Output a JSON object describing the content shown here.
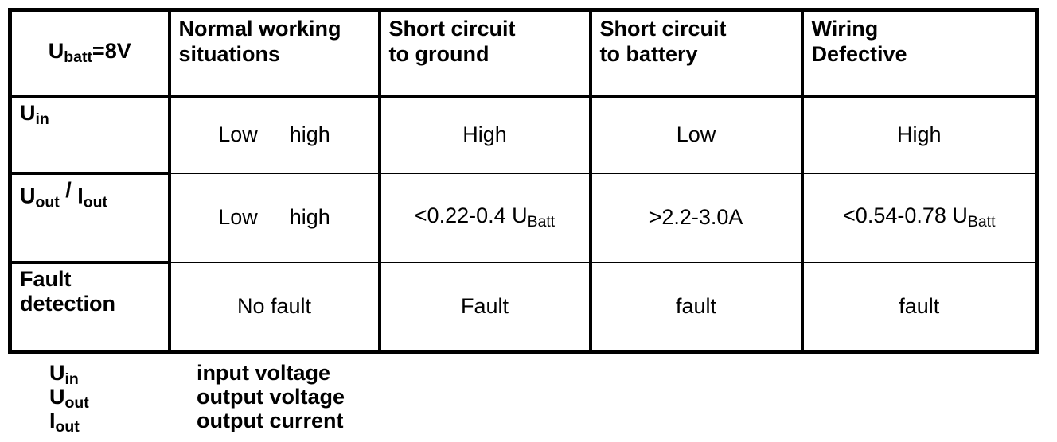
{
  "table": {
    "corner": {
      "base": "U",
      "sub": "batt",
      "suffix": "=8V"
    },
    "col_headers": [
      {
        "line1": "Normal working",
        "line2": "situations"
      },
      {
        "line1": "Short circuit",
        "line2": "to ground"
      },
      {
        "line1": "Short circuit",
        "line2": "to battery"
      },
      {
        "line1": "Wiring",
        "line2": "Defective"
      }
    ],
    "rows": [
      {
        "label": {
          "base": "U",
          "sub": "in"
        },
        "cells": [
          {
            "left": "Low",
            "right": "high"
          },
          {
            "text": "High"
          },
          {
            "text": "Low"
          },
          {
            "text": "High"
          }
        ]
      },
      {
        "label": {
          "part1_base": "U",
          "part1_sub": "out",
          "sep": " / ",
          "part2_base": "I",
          "part2_sub": "out"
        },
        "cells": [
          {
            "left": "Low",
            "right": "high"
          },
          {
            "pre": "<0.22-0.4 U",
            "sub": "Batt"
          },
          {
            "text": ">2.2-3.0A"
          },
          {
            "pre": "<0.54-0.78 U",
            "sub": "Batt"
          }
        ]
      },
      {
        "label": {
          "line1": "Fault",
          "line2": "detection"
        },
        "cells": [
          {
            "text": "No fault"
          },
          {
            "text": "Fault"
          },
          {
            "text": "fault"
          },
          {
            "text": "fault"
          }
        ]
      }
    ]
  },
  "legend": {
    "items": [
      {
        "sym_base": "U",
        "sym_sub": "in",
        "desc": "input voltage"
      },
      {
        "sym_base": "U",
        "sym_sub": "out",
        "desc": "output voltage"
      },
      {
        "sym_base": "I",
        "sym_sub": "out",
        "desc": "output current"
      }
    ]
  },
  "colors": {
    "border": "#000000",
    "background": "#ffffff",
    "text": "#000000"
  }
}
